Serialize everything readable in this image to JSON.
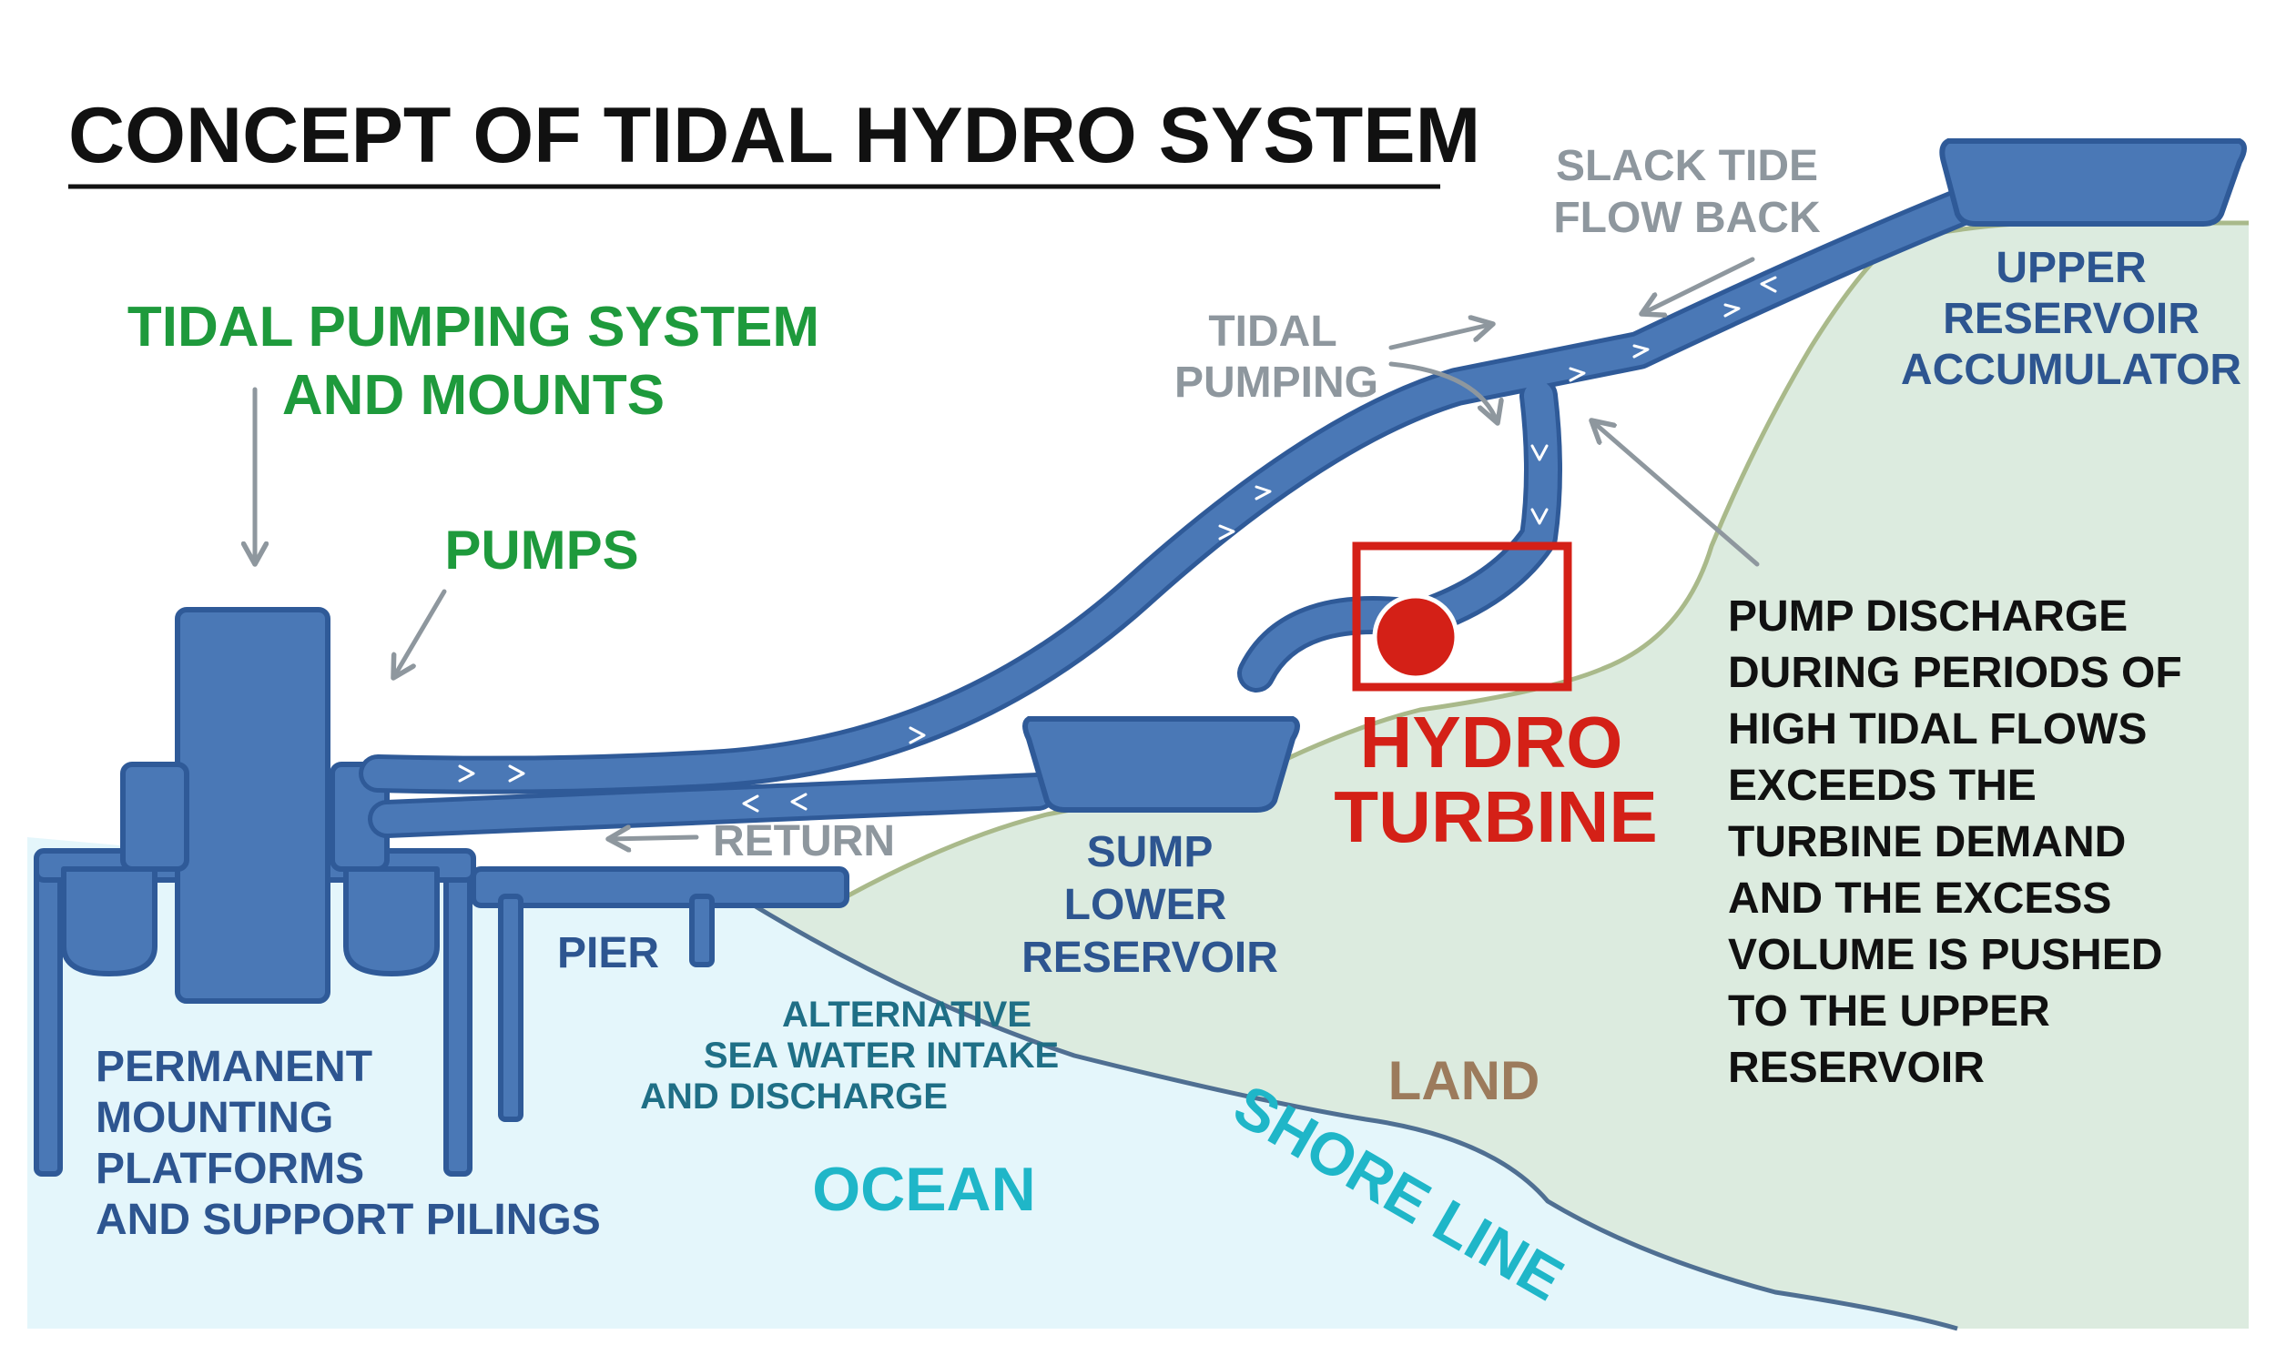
{
  "title": "CONCEPT OF TIDAL HYDRO SYSTEM",
  "labels": {
    "tidal_pumping_system": [
      "TIDAL PUMPING SYSTEM",
      "AND MOUNTS"
    ],
    "pumps": "PUMPS",
    "tidal_pumping": [
      "TIDAL",
      "PUMPING"
    ],
    "slack_tide": [
      "SLACK TIDE",
      "FLOW BACK"
    ],
    "upper_reservoir": [
      "UPPER",
      "RESERVOIR",
      "ACCUMULATOR"
    ],
    "hydro_turbine": [
      "HYDRO",
      "TURBINE"
    ],
    "return": "RETURN",
    "sump": [
      "SUMP",
      "LOWER",
      "RESERVOIR"
    ],
    "pier": "PIER",
    "alt_intake": [
      "ALTERNATIVE",
      "SEA WATER INTAKE",
      "AND DISCHARGE"
    ],
    "land": "LAND",
    "ocean": "OCEAN",
    "shore_line": "SHORE LINE",
    "permanent": [
      "PERMANENT",
      "MOUNTING",
      "PLATFORMS",
      "AND SUPPORT PILINGS"
    ],
    "pump_discharge": [
      "PUMP DISCHARGE",
      "DURING PERIODS OF",
      "HIGH TIDAL FLOWS",
      "EXCEEDS THE",
      "TURBINE DEMAND",
      "AND THE EXCESS",
      "VOLUME IS PUSHED",
      "TO THE UPPER",
      "RESERVOIR"
    ]
  },
  "colors": {
    "pipe": "#4a78b6",
    "pipe_dark": "#2f5a98",
    "ocean": "#e4f6fb",
    "land": "#dcebdf",
    "land_edge": "#a9b98a",
    "shore_edge": "#4f6f92",
    "green_label": "#1e9a3c",
    "gray_label": "#8e979e",
    "blue_label": "#2d5590",
    "teal_label": "#1f6f86",
    "cyan_label": "#1fb6c8",
    "red": "#d42017",
    "land_label": "#9c7b5c"
  }
}
